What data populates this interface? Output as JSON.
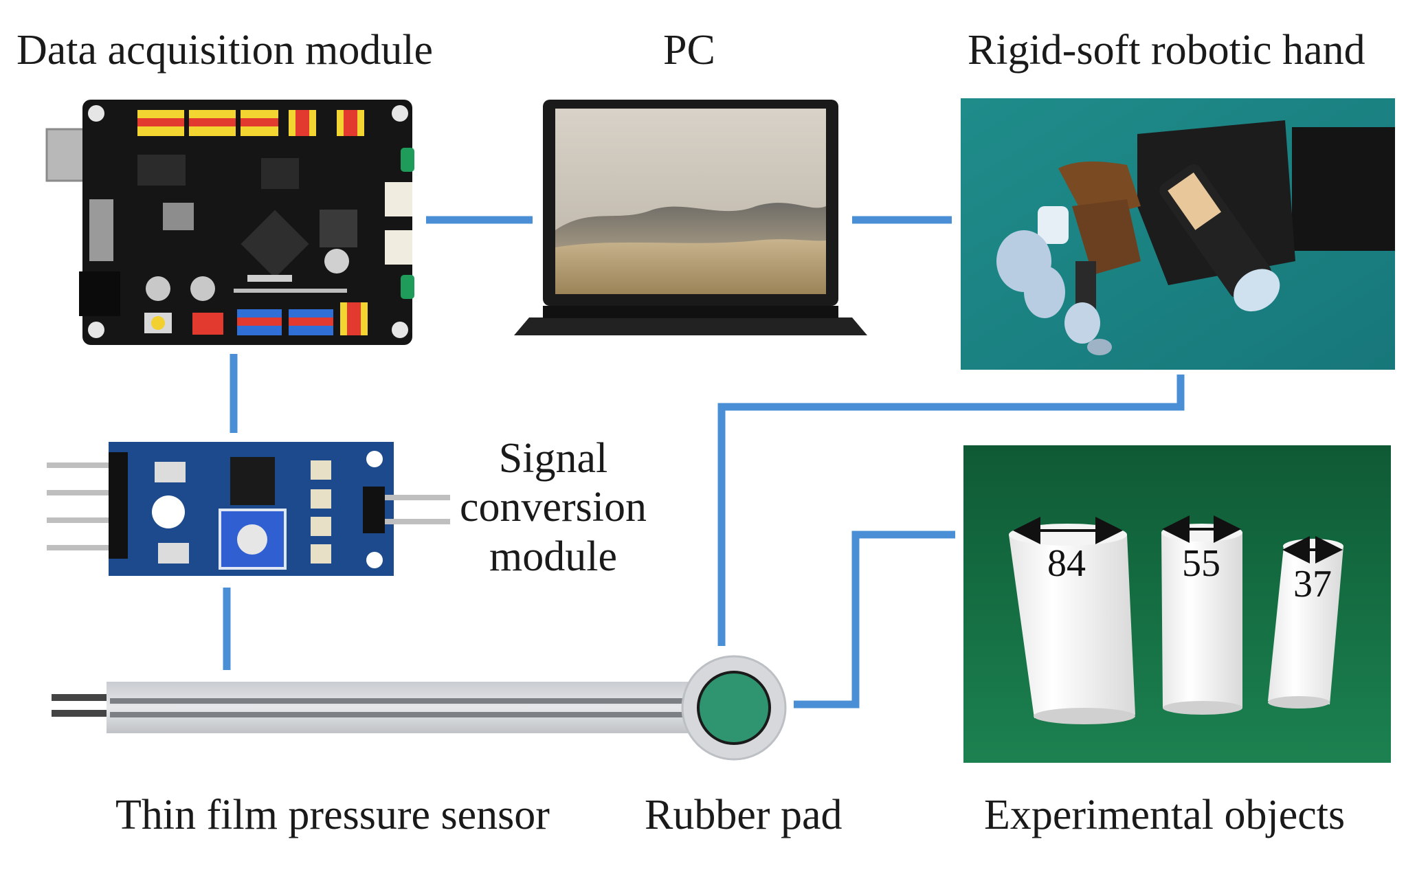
{
  "labels": {
    "daq": "Data acquisition module",
    "pc": "PC",
    "hand": "Rigid-soft robotic hand",
    "signal_line1": "Signal",
    "signal_line2": "conversion",
    "signal_line3": "module",
    "sensor": "Thin film pressure sensor",
    "rubber": "Rubber pad",
    "objects": "Experimental objects"
  },
  "objects": {
    "dimensions": [
      "84",
      "55",
      "37"
    ]
  },
  "colors": {
    "connector": "#4a8fd6",
    "daq_board": "#151515",
    "signal_board": "#1c4a8c",
    "hand_background": "#1d8a86",
    "objects_background": "#13613a",
    "rubber_pad": "#2f9470"
  }
}
